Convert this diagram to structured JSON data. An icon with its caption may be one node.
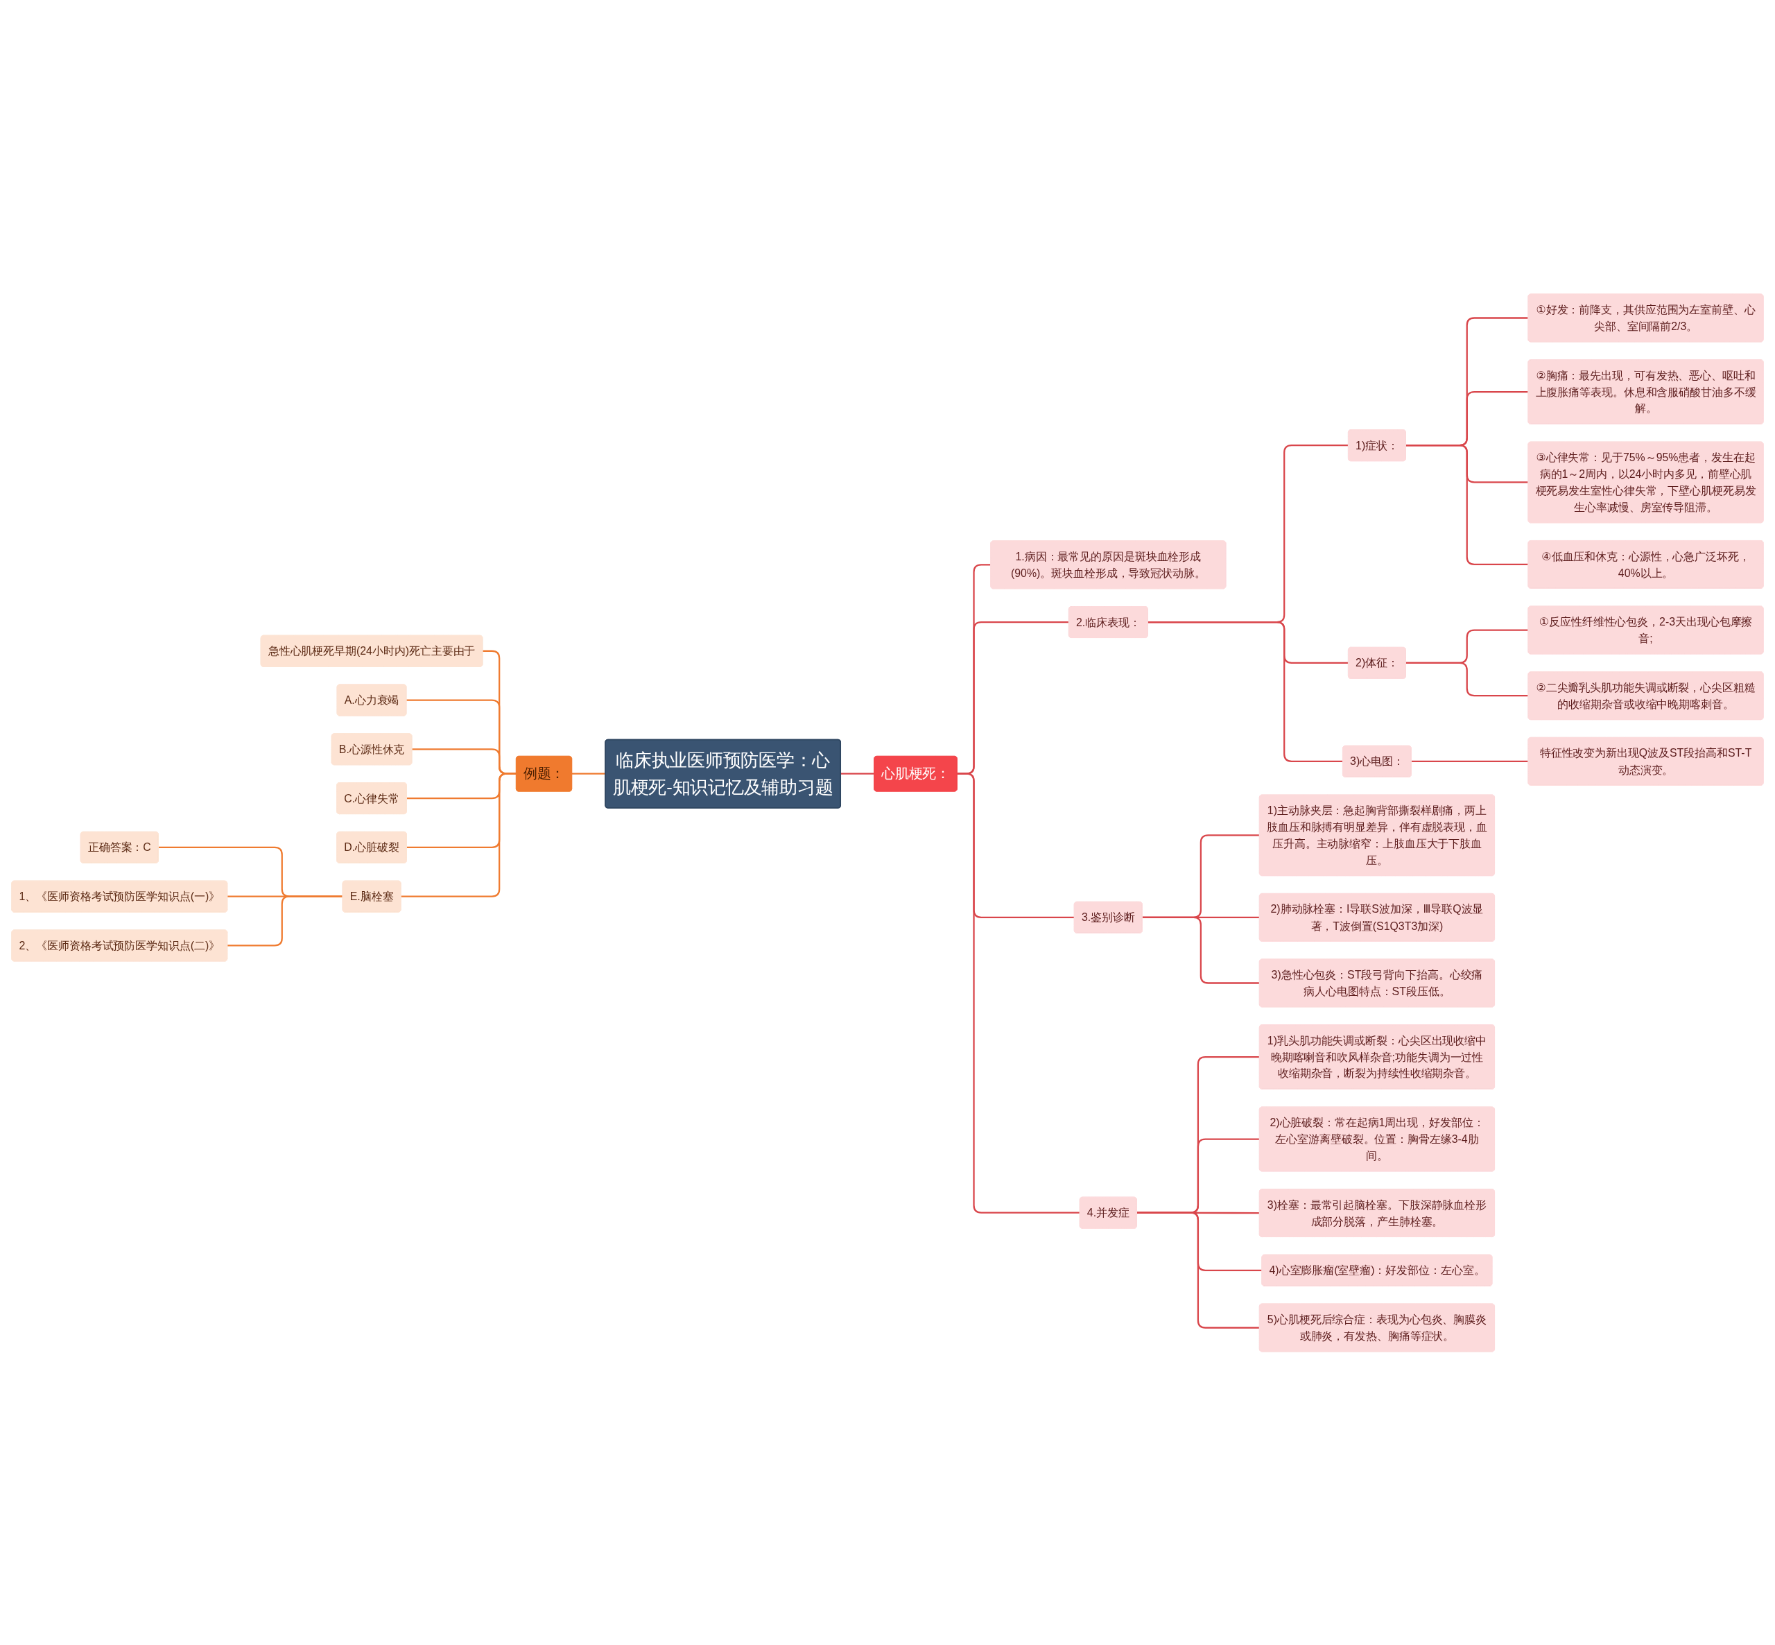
{
  "diagram": {
    "nodes": [
      {
        "text": [
          "临床执业医师预防医学：心肌梗死-知识记忆及辅助习题"
        ]
      },
      {
        "text": [
          "例题："
        ]
      },
      {
        "text": [
          "急性心肌梗死早期(24小时内)死亡主要由于"
        ]
      },
      {
        "text": [
          "A.心力衰竭"
        ]
      },
      {
        "text": [
          "B.心源性休克"
        ]
      },
      {
        "text": [
          "C.心律失常"
        ]
      },
      {
        "text": [
          "D.心脏破裂"
        ]
      },
      {
        "text": [
          "E.脑栓塞"
        ]
      },
      {
        "text": [
          "正确答案：C"
        ]
      },
      {
        "text": [
          "1、《医师资格考试预防医学知识点(一)》"
        ]
      },
      {
        "text": [
          "2、《医师资格考试预防医学知识点(二)》"
        ]
      },
      {
        "text": [
          "心肌梗死："
        ]
      },
      {
        "text": [
          "1.病因：最常见的原因是斑块血栓形成(90%)。斑块血栓形成，导致冠状动脉。"
        ]
      },
      {
        "text": [
          "2.临床表现："
        ]
      },
      {
        "text": [
          "1)症状："
        ]
      },
      {
        "text": [
          "①好发：前降支，其供应范围为左室前壁、心尖部、室间隔前2/3。"
        ]
      },
      {
        "text": [
          "②胸痛：最先出现，可有发热、恶心、呕吐和上腹胀痛等表现。休息和含服硝酸甘油多不缓解。"
        ]
      },
      {
        "text": [
          "③心律失常：见于75%～95%患者，发生在起病的1～2周内，以24小时内多见，前壁心肌梗死易发生室性心律失常，下壁心肌梗死易发生心率减慢、房室传导阻滞。"
        ]
      },
      {
        "text": [
          "④低血压和休克：心源性，心急广泛坏死，40%以上。"
        ]
      },
      {
        "text": [
          "2)体征："
        ]
      },
      {
        "text": [
          "①反应性纤维性心包炎，2-3天出现心包摩擦音;"
        ]
      },
      {
        "text": [
          "②二尖瓣乳头肌功能失调或断裂，心尖区粗糙的收缩期杂音或收缩中晚期喀刺音。"
        ]
      },
      {
        "text": [
          "3)心电图："
        ]
      },
      {
        "text": [
          "特征性改变为新出现Q波及ST段抬高和ST-T动态演变。"
        ]
      },
      {
        "text": [
          "3.鉴别诊断"
        ]
      },
      {
        "text": [
          "1)主动脉夹层：急起胸背部撕裂样剧痛，两上肢血压和脉搏有明显差异，伴有虚脱表现，血压升高。主动脉缩窄：上肢血压大于下肢血压。"
        ]
      },
      {
        "text": [
          "2)肺动脉栓塞：I导联S波加深，Ⅲ导联Q波显著，T波倒置(S1Q3T3加深)"
        ]
      },
      {
        "text": [
          "3)急性心包炎：ST段弓背向下抬高。心绞痛病人心电图特点：ST段压低。"
        ]
      },
      {
        "text": [
          "4.并发症"
        ]
      },
      {
        "text": [
          "1)乳头肌功能失调或断裂：心尖区出现收缩中晚期喀喇音和吹风样杂音;功能失调为一过性收缩期杂音，断裂为持续性收缩期杂音。"
        ]
      },
      {
        "text": [
          "2)心脏破裂：常在起病1周出现，好发部位：左心室游离壁破裂。位置：胸骨左缘3-4肋间。"
        ]
      },
      {
        "text": [
          "3)栓塞：最常引起脑栓塞。下肢深静脉血栓形成部分脱落，产生肺栓塞。"
        ]
      },
      {
        "text": [
          "4)心室膨胀瘤(室壁瘤)：好发部位：左心室。"
        ]
      },
      {
        "text": [
          "5)心肌梗死后综合症：表现为心包炎、胸膜炎或肺炎，有发热、胸痛等症状。"
        ]
      }
    ],
    "edges": [
      {
        "from": 1,
        "to": 0,
        "arrow": "none",
        "color": "#ef7b30"
      },
      {
        "from": 2,
        "to": 1,
        "arrow": "none",
        "color": "#ef7b30"
      },
      {
        "from": 3,
        "to": 1,
        "arrow": "none",
        "color": "#ef7b30"
      },
      {
        "from": 4,
        "to": 1,
        "arrow": "none",
        "color": "#ef7b30"
      },
      {
        "from": 5,
        "to": 1,
        "arrow": "none",
        "color": "#ef7b30"
      },
      {
        "from": 6,
        "to": 1,
        "arrow": "none",
        "color": "#ef7b30"
      },
      {
        "from": 7,
        "to": 1,
        "arrow": "none",
        "color": "#ef7b30"
      },
      {
        "from": 8,
        "to": 7,
        "arrow": "none",
        "color": "#ef7b30"
      },
      {
        "from": 9,
        "to": 7,
        "arrow": "none",
        "color": "#ef7b30"
      },
      {
        "from": 10,
        "to": 7,
        "arrow": "none",
        "color": "#ef7b30"
      },
      {
        "from": 0,
        "to": 11,
        "arrow": "none"
      },
      {
        "from": 11,
        "to": 12,
        "arrow": "none"
      },
      {
        "from": 11,
        "to": 13,
        "arrow": "none"
      },
      {
        "from": 11,
        "to": 24,
        "arrow": "none"
      },
      {
        "from": 11,
        "to": 28,
        "arrow": "none"
      },
      {
        "from": 13,
        "to": 14,
        "arrow": "none"
      },
      {
        "from": 13,
        "to": 19,
        "arrow": "none"
      },
      {
        "from": 13,
        "to": 22,
        "arrow": "none"
      },
      {
        "from": 14,
        "to": 15,
        "arrow": "none"
      },
      {
        "from": 14,
        "to": 16,
        "arrow": "none"
      },
      {
        "from": 14,
        "to": 17,
        "arrow": "none"
      },
      {
        "from": 14,
        "to": 18,
        "arrow": "none"
      },
      {
        "from": 19,
        "to": 20,
        "arrow": "none"
      },
      {
        "from": 19,
        "to": 21,
        "arrow": "none"
      },
      {
        "from": 22,
        "to": 23,
        "arrow": "none"
      },
      {
        "from": 24,
        "to": 25,
        "arrow": "none"
      },
      {
        "from": 24,
        "to": 26,
        "arrow": "none"
      },
      {
        "from": 24,
        "to": 27,
        "arrow": "none"
      },
      {
        "from": 28,
        "to": 29,
        "arrow": "none"
      },
      {
        "from": 28,
        "to": 30,
        "arrow": "none"
      },
      {
        "from": 28,
        "to": 31,
        "arrow": "none"
      },
      {
        "from": 28,
        "to": 32,
        "arrow": "none"
      },
      {
        "from": 28,
        "to": 33,
        "arrow": "none"
      }
    ]
  }
}
